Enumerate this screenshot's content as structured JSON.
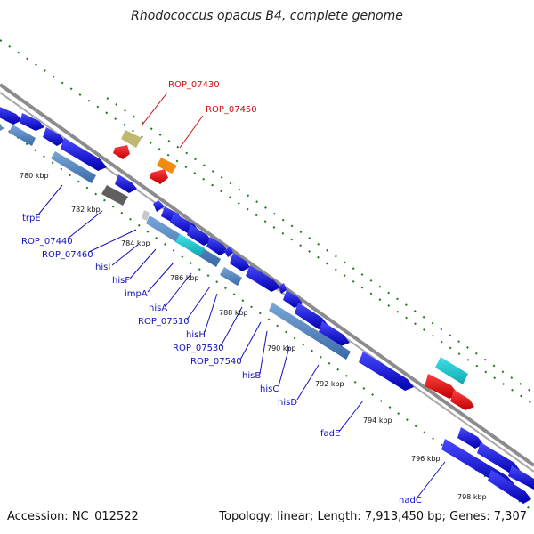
{
  "header": {
    "title": "Rhodococcus opacus B4, complete genome"
  },
  "footer": {
    "accession": "Accession: NC_012522",
    "topology": "Topology: linear; Length: 7,913,450 bp; Genes: 7,307"
  },
  "ticks": [
    "780 kbp",
    "782 kbp",
    "784 kbp",
    "786 kbp",
    "788 kbp",
    "790 kbp",
    "792 kbp",
    "794 kbp",
    "796 kbp",
    "798 kbp"
  ],
  "gene_labels": {
    "ROP_07430": "ROP_07430",
    "ROP_07450": "ROP_07450",
    "trpE": "trpE",
    "ROP_07440": "ROP_07440",
    "ROP_07460": "ROP_07460",
    "hisI": "hisI",
    "hisF": "hisF",
    "impA": "impA",
    "hisA": "hisA",
    "ROP_07510": "ROP_07510",
    "hisH": "hisH",
    "ROP_07530": "ROP_07530",
    "ROP_07540": "ROP_07540",
    "hisB": "hisB",
    "hisC": "hisC",
    "hisD": "hisD",
    "fadE": "fadE",
    "nadC": "nadC"
  },
  "colors": {
    "axis": "#8c8c8c",
    "gene": "#1010e0",
    "gene_light": "#4f7fbf",
    "rna": "#e01010",
    "label_blue": "#1010c0",
    "label_red": "#cc1010",
    "grid": "#1a7a1a",
    "cyan": "#20c8d0",
    "olive": "#c0b870",
    "orange": "#f08c10",
    "gray": "#606060"
  }
}
